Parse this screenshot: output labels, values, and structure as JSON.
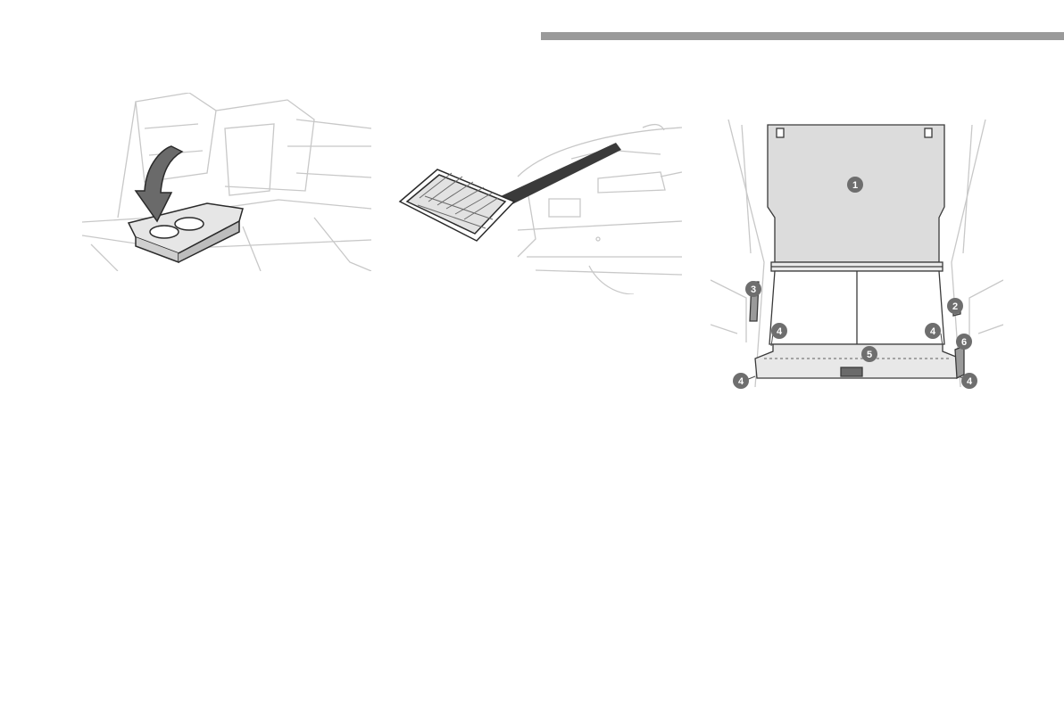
{
  "colors": {
    "section_rule": "#9a9a9a",
    "line_art": "#c8c8c8",
    "dark_line": "#3a3a3a",
    "shaded_panel": "#dcdcdc",
    "callout_fill": "#6e6e6e"
  },
  "illustrations": {
    "armrest": {
      "icon": "rear-seat-armrest-with-cup-holder-illustration"
    },
    "filter": {
      "icon": "cabin-air-filter-rear-car-illustration"
    },
    "boot": {
      "icon": "open-boot-with-parcel-shelf-illustration"
    }
  },
  "callouts": [
    "1",
    "2",
    "3",
    "4",
    "4",
    "4",
    "4",
    "5",
    "6"
  ]
}
